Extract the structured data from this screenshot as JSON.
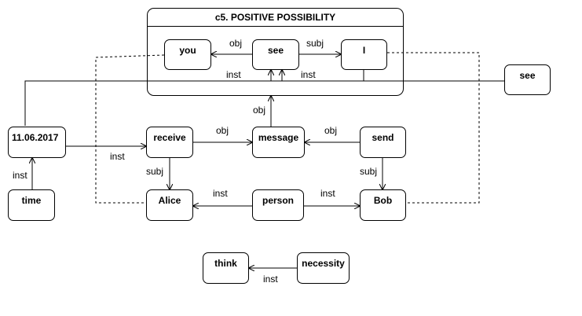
{
  "context": {
    "title": "c5. POSITIVE POSSIBILITY"
  },
  "nodes": {
    "you": "you",
    "see_inner": "see",
    "i": "I",
    "see_outer": "see",
    "date": "11.06.2017",
    "receive": "receive",
    "message": "message",
    "send": "send",
    "time": "time",
    "alice": "Alice",
    "person": "person",
    "bob": "Bob",
    "think": "think",
    "necessity": "necessity"
  },
  "edges": {
    "see_you": "obj",
    "see_i": "subj",
    "ext_see_inst": "inst",
    "i_see_inst": "inst",
    "message_see": "obj",
    "receive_message": "obj",
    "send_message": "obj",
    "date_receive": "inst",
    "time_date": "inst",
    "receive_alice": "subj",
    "send_bob": "subj",
    "person_alice": "inst",
    "person_bob": "inst",
    "necessity_think": "inst"
  }
}
